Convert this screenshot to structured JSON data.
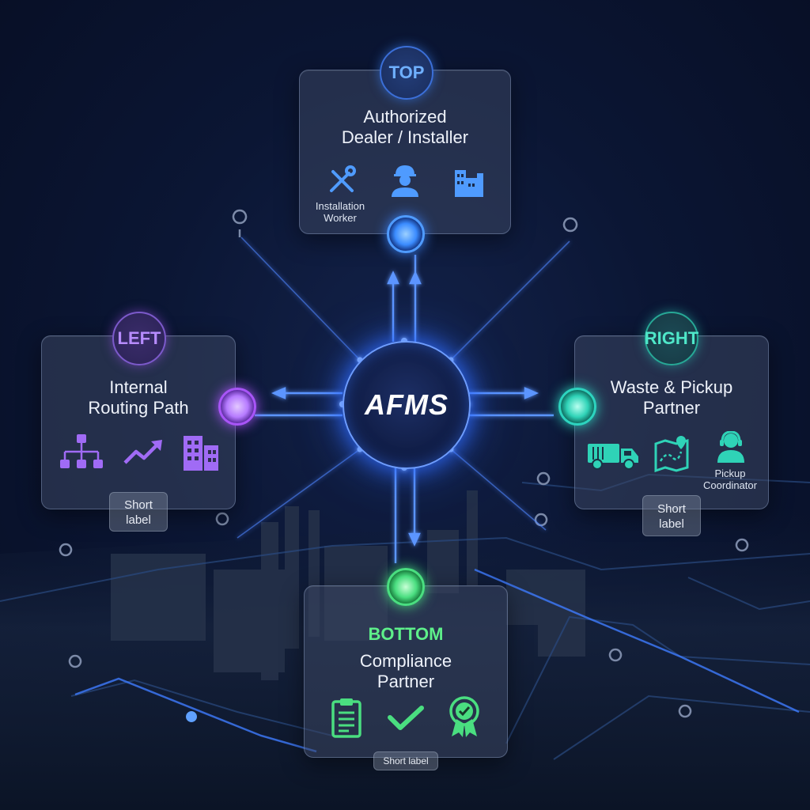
{
  "center": {
    "label": "AFMS"
  },
  "top": {
    "badge": "TOP",
    "title_line1": "Authorized",
    "title_line2": "Dealer / Installer",
    "icon_names": [
      "wrench-screwdriver-icon",
      "worker-icon",
      "factory-icon"
    ],
    "icon_caption_line1": "Installation",
    "icon_caption_line2": "Worker",
    "color": "#3b82f6"
  },
  "left": {
    "badge": "LEFT",
    "title_line1": "Internal",
    "title_line2": "Routing Path",
    "icon_names": [
      "org-chart-icon",
      "trend-up-icon",
      "buildings-icon"
    ],
    "short_label_line1": "Short",
    "short_label_line2": "label",
    "color": "#a855f7"
  },
  "right": {
    "badge": "RIGHT",
    "title_line1": "Waste & Pickup",
    "title_line2": "Partner",
    "icon_names": [
      "truck-icon",
      "route-map-icon",
      "headset-user-icon"
    ],
    "icon_caption_line1": "Pickup",
    "icon_caption_line2": "Coordinator",
    "short_label_line1": "Short",
    "short_label_line2": "label",
    "color": "#2dd4bf"
  },
  "bottom": {
    "badge": "BOTTOM",
    "title_line1": "Compliance",
    "title_line2": "Partner",
    "icon_names": [
      "clipboard-icon",
      "checkmark-icon",
      "award-badge-icon"
    ],
    "short_label": "Short label",
    "color": "#4ade80"
  }
}
